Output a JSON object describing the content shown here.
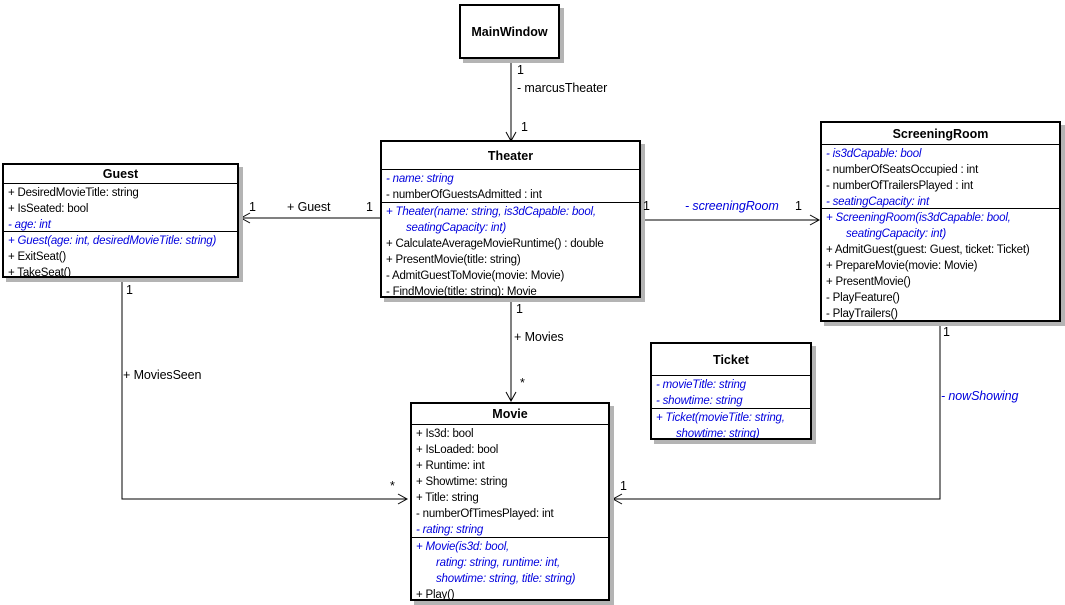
{
  "diagram": {
    "accent_blue": "#0000dd",
    "shadow_gray": "#b4b4b4",
    "line_black": "#000000",
    "background": "#ffffff"
  },
  "classes": {
    "mainwindow": {
      "title": "MainWindow",
      "attributes": [],
      "methods": []
    },
    "guest": {
      "title": "Guest",
      "attributes": [
        {
          "text": "+ DesiredMovieTitle: string",
          "emph": false
        },
        {
          "text": "+ IsSeated: bool",
          "emph": false
        },
        {
          "text": "- age: int",
          "emph": true
        }
      ],
      "methods": [
        {
          "text": "+ Guest(age: int, desiredMovieTitle: string)",
          "emph": true
        },
        {
          "text": "+ ExitSeat()",
          "emph": false
        },
        {
          "text": "+ TakeSeat()",
          "emph": false
        }
      ]
    },
    "theater": {
      "title": "Theater",
      "attributes": [
        {
          "text": "- name: string",
          "emph": true
        },
        {
          "text": "- numberOfGuestsAdmitted : int",
          "emph": false
        }
      ],
      "methods": [
        {
          "text": "+ Theater(name: string, is3dCapable: bool,",
          "emph": true
        },
        {
          "text": "seatingCapacity: int)",
          "emph": true,
          "indent": true
        },
        {
          "text": "+ CalculateAverageMovieRuntime() : double",
          "emph": false
        },
        {
          "text": "+ PresentMovie(title: string)",
          "emph": false
        },
        {
          "text": "- AdmitGuestToMovie(movie: Movie)",
          "emph": false
        },
        {
          "text": "- FindMovie(title: string): Movie",
          "emph": false
        }
      ]
    },
    "screeningroom": {
      "title": "ScreeningRoom",
      "attributes": [
        {
          "text": "- is3dCapable: bool",
          "emph": true
        },
        {
          "text": "- numberOfSeatsOccupied : int",
          "emph": false
        },
        {
          "text": "- numberOfTrailersPlayed : int",
          "emph": false
        },
        {
          "text": "- seatingCapacity: int",
          "emph": true
        }
      ],
      "methods": [
        {
          "text": "+ ScreeningRoom(is3dCapable: bool,",
          "emph": true
        },
        {
          "text": "seatingCapacity: int)",
          "emph": true,
          "indent": true
        },
        {
          "text": "+ AdmitGuest(guest: Guest, ticket: Ticket)",
          "emph": false
        },
        {
          "text": "+ PrepareMovie(movie: Movie)",
          "emph": false
        },
        {
          "text": "+ PresentMovie()",
          "emph": false
        },
        {
          "text": "- PlayFeature()",
          "emph": false
        },
        {
          "text": "- PlayTrailers()",
          "emph": false
        }
      ]
    },
    "ticket": {
      "title": "Ticket",
      "attributes": [
        {
          "text": "- movieTitle: string",
          "emph": true
        },
        {
          "text": "- showtime: string",
          "emph": true
        }
      ],
      "methods": [
        {
          "text": "+ Ticket(movieTitle: string,",
          "emph": true
        },
        {
          "text": "showtime: string)",
          "emph": true,
          "indent": true
        }
      ]
    },
    "movie": {
      "title": "Movie",
      "attributes": [
        {
          "text": "+ Is3d: bool",
          "emph": false
        },
        {
          "text": "+ IsLoaded: bool",
          "emph": false
        },
        {
          "text": "+ Runtime: int",
          "emph": false
        },
        {
          "text": "+ Showtime: string",
          "emph": false
        },
        {
          "text": "+ Title: string",
          "emph": false
        },
        {
          "text": "- numberOfTimesPlayed: int",
          "emph": false
        },
        {
          "text": "- rating: string",
          "emph": true
        }
      ],
      "methods": [
        {
          "text": "+ Movie(is3d: bool,",
          "emph": true
        },
        {
          "text": "rating: string, runtime: int,",
          "emph": true,
          "indent": true
        },
        {
          "text": "showtime: string, title: string)",
          "emph": true,
          "indent": true
        },
        {
          "text": "+ Play()",
          "emph": false
        }
      ]
    }
  },
  "edges": {
    "mainwindow_theater": {
      "source_mult": "1",
      "label": "- marcusTheater",
      "target_mult": "1"
    },
    "theater_guest": {
      "source_mult": "1",
      "label": "+ Guest",
      "target_mult": "1"
    },
    "theater_screeningroom": {
      "source_mult": "1",
      "label": "- screeningRoom",
      "target_mult": "1"
    },
    "theater_movie": {
      "source_mult": "1",
      "label": "+ Movies",
      "target_mult": "*"
    },
    "guest_movie": {
      "source_mult": "1",
      "label": "+ MoviesSeen",
      "target_mult": "*"
    },
    "screeningroom_movie": {
      "source_mult": "1",
      "label": "- nowShowing",
      "target_mult": "1"
    }
  }
}
